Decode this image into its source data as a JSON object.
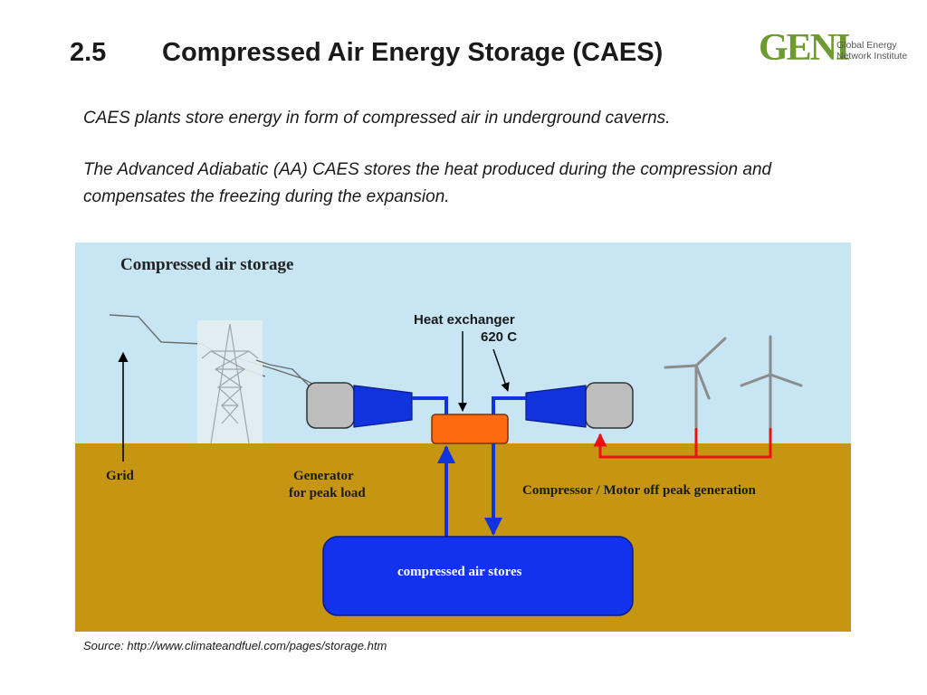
{
  "slide": {
    "section_number": "2.5",
    "title": "Compressed Air Energy Storage (CAES)",
    "logo": {
      "mark": "GENI",
      "line1": "Global Energy",
      "line2": "Network Institute",
      "color": "#6f9a2f"
    },
    "paragraph1": "CAES  plants store energy in form of compressed air in underground caverns.",
    "paragraph2": "The Advanced Adiabatic (AA) CAES stores the heat produced during the compression and compensates the freezing during the expansion.",
    "source": "Source: http://www.climateandfuel.com/pages/storage.htm"
  },
  "diagram": {
    "title": "Compressed air storage",
    "heat_exchanger": "Heat exchanger",
    "temperature": "620 C",
    "grid": "Grid",
    "generator_line1": "Generator",
    "generator_line2": "for peak load",
    "compressor": "Compressor  / Motor off peak generation",
    "storage": "compressed air stores",
    "colors": {
      "sky": "#c7e5f2",
      "ground": "#c69612",
      "turbine": "#1133dd",
      "pipe": "#1133dd",
      "heat_exchanger": "#ff6a10",
      "machine": "#bdbdbd",
      "power_line": "#ee1111",
      "wind_turbine": "#8c8c8c",
      "storage": "#1133ee"
    }
  }
}
